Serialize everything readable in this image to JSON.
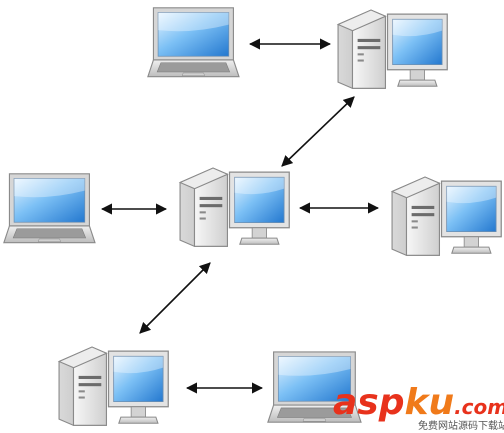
{
  "diagram": {
    "nodes": [
      {
        "id": "laptop-top",
        "kind": "laptop"
      },
      {
        "id": "desktop-top-right",
        "kind": "desktop"
      },
      {
        "id": "laptop-middle-left",
        "kind": "laptop"
      },
      {
        "id": "desktop-center",
        "kind": "desktop"
      },
      {
        "id": "desktop-middle-right",
        "kind": "desktop"
      },
      {
        "id": "desktop-bottom-left",
        "kind": "desktop"
      },
      {
        "id": "laptop-bottom-right",
        "kind": "laptop"
      }
    ],
    "links": [
      {
        "from": "laptop-top",
        "to": "desktop-top-right",
        "arrows": "both"
      },
      {
        "from": "desktop-top-right",
        "to": "desktop-center",
        "arrows": "both"
      },
      {
        "from": "laptop-middle-left",
        "to": "desktop-center",
        "arrows": "both"
      },
      {
        "from": "desktop-center",
        "to": "desktop-middle-right",
        "arrows": "both"
      },
      {
        "from": "desktop-center",
        "to": "desktop-bottom-left",
        "arrows": "both"
      },
      {
        "from": "desktop-bottom-left",
        "to": "laptop-bottom-right",
        "arrows": "both"
      }
    ]
  },
  "watermark": {
    "brand_asp": "asp",
    "brand_ku": "ku",
    "brand_com": ".com",
    "tagline": "免费网站源码下载站!",
    "colors": {
      "asp": "#e8321c",
      "ku": "#f07a1a",
      "com": "#e8321c",
      "tagline": "#555555"
    }
  },
  "colors": {
    "screen_light": "#cfe9ff",
    "screen_dark": "#2f86d8",
    "case_light": "#f4f4f4",
    "case_dark": "#c4c4c4",
    "outline": "#8a8a8a",
    "arrow": "#111111"
  }
}
